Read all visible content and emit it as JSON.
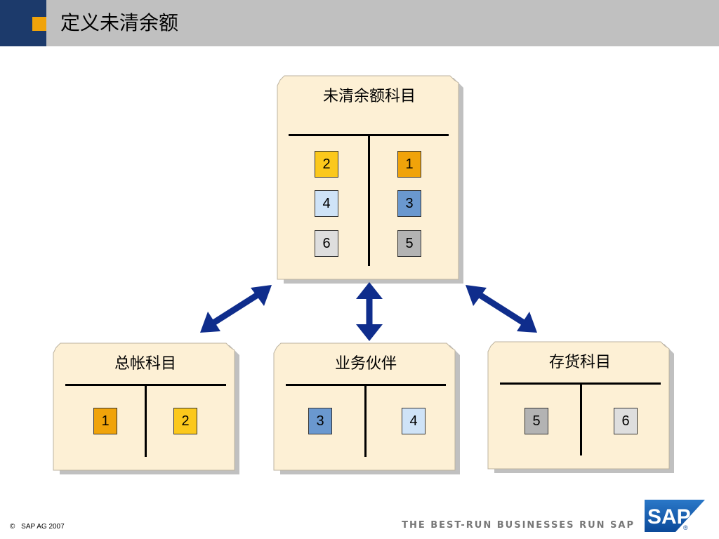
{
  "slide": {
    "title": "定义未清余额"
  },
  "top_card": {
    "title": "未清余额科目",
    "left_values": [
      "2",
      "4",
      "6"
    ],
    "right_values": [
      "1",
      "3",
      "5"
    ]
  },
  "bottom_cards": [
    {
      "title": "总帐科目",
      "left": "1",
      "right": "2"
    },
    {
      "title": "业务伙伴",
      "left": "3",
      "right": "4"
    },
    {
      "title": "存货科目",
      "left": "5",
      "right": "6"
    }
  ],
  "colors": {
    "1": "#f0a30a",
    "2": "#fbc81c",
    "3": "#6a98cf",
    "4": "#cfe3f7",
    "5": "#b3b3b3",
    "6": "#dedede",
    "arrow": "#0f2d8c",
    "card_fill": "#fdf0d5",
    "header_bg": "#c0c0c0",
    "header_accent": "#1c3a6b"
  },
  "footer": {
    "copyright_symbol": "©",
    "copyright": "SAP AG 2007",
    "tagline": "THE BEST-RUN BUSINESSES RUN SAP",
    "logo_text": "SAP",
    "logo_mark": "®"
  }
}
